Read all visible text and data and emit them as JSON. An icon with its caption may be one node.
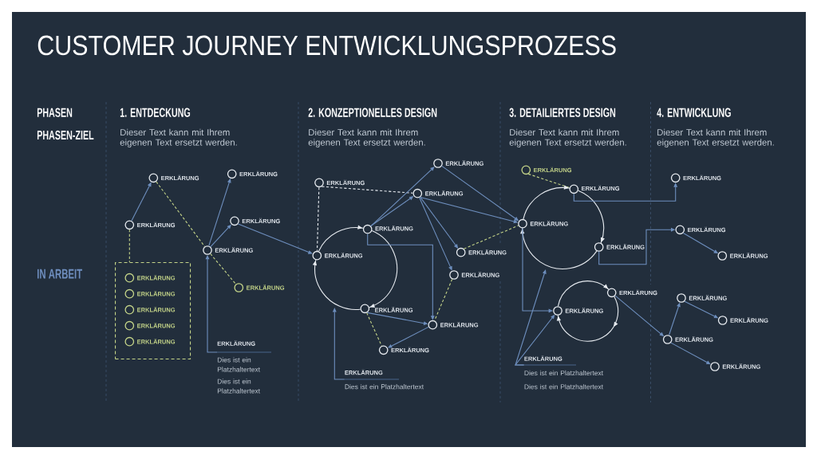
{
  "diagram": {
    "title": "CUSTOMER JOURNEY ENTWICKLUNGSPROZESS",
    "nodes": [
      {
        "text": [
          "ERKLÄRUNG"
        ]
      },
      {
        "text": [
          "ERKLÄRUNG"
        ]
      },
      {
        "text": [
          "ERKLÄRUNG"
        ]
      },
      {
        "text": [
          "ERKLÄRUNG"
        ]
      },
      {
        "text": [
          "ERKLÄRUNG"
        ]
      },
      {
        "text": [],
        "shape": "box"
      },
      {
        "text": [
          "ERKLÄRUNG"
        ],
        "in": 5
      },
      {
        "text": [
          "ERKLÄRUNG"
        ],
        "in": 5
      },
      {
        "text": [
          "ERKLÄRUNG"
        ],
        "in": 5
      },
      {
        "text": [
          "ERKLÄRUNG"
        ],
        "in": 5
      },
      {
        "text": [
          "ERKLÄRUNG"
        ],
        "in": 5
      },
      {
        "text": [
          "ERKLÄRUNG"
        ]
      },
      {
        "text": [
          "ERKLÄRUNG",
          "Dies ist ein Platzhaltertext",
          "Dies ist ein Platzhaltertext"
        ]
      },
      {
        "text": [
          "ERKLÄRUNG"
        ]
      },
      {
        "text": [
          "ERKLÄRUNG"
        ]
      },
      {
        "text": [
          "ERKLÄRUNG"
        ]
      },
      {
        "text": [
          "ERKLÄRUNG"
        ]
      },
      {
        "text": [
          "ERKLÄRUNG"
        ]
      },
      {
        "text": [
          "ERKLÄRUNG"
        ]
      },
      {
        "text": [
          "ERKLÄRUNG"
        ]
      },
      {
        "text": [
          "ERKLÄRUNG"
        ]
      },
      {
        "text": [
          "ERKLÄRUNG"
        ]
      },
      {
        "text": [
          "ERKLÄRUNG"
        ]
      },
      {
        "text": [
          "ERKLÄRUNG",
          "Dies ist ein Platzhaltertext"
        ]
      },
      {
        "text": [
          "ERKLÄRUNG"
        ]
      },
      {
        "text": [
          "ERKLÄRUNG"
        ]
      },
      {
        "text": [
          "ERKLÄRUNG"
        ]
      },
      {
        "text": [
          "ERKLÄRUNG"
        ]
      },
      {
        "text": [
          "ERKLÄRUNG"
        ]
      },
      {
        "text": [
          "ERKLÄRUNG"
        ]
      },
      {
        "text": [
          "ERKLÄRUNG",
          "Dies ist ein Platzhaltertext",
          "Dies ist ein Platzhaltertext"
        ]
      },
      {
        "text": [
          "ERKLÄRUNG"
        ]
      },
      {
        "text": [
          "ERKLÄRUNG"
        ]
      },
      {
        "text": [
          "ERKLÄRUNG"
        ]
      },
      {
        "text": [
          "ERKLÄRUNG"
        ]
      },
      {
        "text": [
          "ERKLÄRUNG"
        ]
      },
      {
        "text": [
          "ERKLÄRUNG"
        ]
      },
      {
        "text": [
          "ERKLÄRUNG"
        ]
      }
    ],
    "edges": [
      {
        "from": 3,
        "to": 0,
        "arrow": "to"
      },
      {
        "from": 4,
        "to": 1,
        "arrow": "to"
      },
      {
        "from": 4,
        "to": 2,
        "arrow": "to"
      },
      {
        "from": 0,
        "to": 4,
        "arrow": "none",
        "style": "dashed",
        "color": "#c5d589"
      },
      {
        "from": 4,
        "to": 11,
        "arrow": "none",
        "style": "dashed",
        "color": "#c5d589"
      },
      {
        "from": 3,
        "to": 5,
        "arrow": "none",
        "style": "dashed",
        "color": "#c5d589"
      },
      {
        "from": 12,
        "to": 4,
        "arrow": "to"
      },
      {
        "from": 2,
        "to": 18,
        "arrow": "to"
      },
      {
        "from": 14,
        "to": 15,
        "arrow": "none",
        "style": "dashed",
        "color": "#e8ecf1"
      },
      {
        "from": 14,
        "to": 18,
        "arrow": "none",
        "style": "dashed",
        "color": "#e8ecf1"
      },
      {
        "from": 16,
        "to": 13,
        "arrow": "to"
      },
      {
        "from": 16,
        "to": 15,
        "arrow": "to"
      },
      {
        "from": 15,
        "to": 17,
        "arrow": "to"
      },
      {
        "from": 15,
        "to": 19,
        "arrow": "to"
      },
      {
        "from": 18,
        "to": 16,
        "arrow": "to",
        "color": "#e8ecf1"
      },
      {
        "from": 16,
        "to": 20,
        "arrow": "to",
        "color": "#e8ecf1"
      },
      {
        "from": 20,
        "to": 18,
        "arrow": "to",
        "color": "#e8ecf1"
      },
      {
        "from": 16,
        "to": 21,
        "arrow": "to"
      },
      {
        "from": 20,
        "to": 21,
        "arrow": "to"
      },
      {
        "from": 21,
        "to": 22,
        "arrow": "to"
      },
      {
        "from": 20,
        "to": 22,
        "arrow": "none",
        "style": "dashed",
        "color": "#c5d589"
      },
      {
        "from": 19,
        "to": 21,
        "arrow": "none",
        "style": "dashed",
        "color": "#c5d589"
      },
      {
        "from": 23,
        "to": null,
        "arrow": "to"
      },
      {
        "from": 13,
        "to": 26,
        "arrow": "to"
      },
      {
        "from": 15,
        "to": 26,
        "arrow": "to"
      },
      {
        "from": 17,
        "to": 26,
        "arrow": "none",
        "style": "dashed",
        "color": "#c5d589"
      },
      {
        "from": 24,
        "to": 25,
        "arrow": "none",
        "style": "dashed",
        "color": "#c5d589"
      },
      {
        "from": 26,
        "to": 25,
        "arrow": "to",
        "color": "#e8ecf1"
      },
      {
        "from": 25,
        "to": 27,
        "arrow": "to",
        "color": "#e8ecf1"
      },
      {
        "from": 27,
        "to": 26,
        "arrow": "to",
        "color": "#e8ecf1"
      },
      {
        "from": 26,
        "to": 29,
        "arrow": "to"
      },
      {
        "from": 29,
        "to": 28,
        "arrow": "to",
        "color": "#e8ecf1"
      },
      {
        "from": 28,
        "to": 29,
        "arrow": "to",
        "color": "#e8ecf1"
      },
      {
        "from": 30,
        "to": null,
        "arrow": "to"
      },
      {
        "from": 30,
        "to": 29,
        "arrow": "to"
      },
      {
        "from": 25,
        "to": 31,
        "arrow": "to"
      },
      {
        "from": 27,
        "to": 32,
        "arrow": "to"
      },
      {
        "from": 28,
        "to": 36,
        "arrow": "to"
      },
      {
        "from": 32,
        "to": 33,
        "arrow": "to"
      },
      {
        "from": 36,
        "to": 34,
        "arrow": "to"
      },
      {
        "from": 34,
        "to": 35,
        "arrow": "to"
      },
      {
        "from": 36,
        "to": 37,
        "arrow": "to"
      }
    ],
    "labels": [
      "PHASEN",
      "1. ENTDECKUNG",
      "2. KONZEPTIONELLES DESIGN",
      "3. DETAILIERTES DESIGN",
      "4. ENTWICKLUNG",
      "PHASEN-ZIEL",
      "Dieser Text kann mit Ihrem eigenen Text ersetzt werden.",
      "Dieser Text kann mit Ihrem eigenen Text ersetzt werden.",
      "Dieser Text kann mit Ihrem eigenen Text ersetzt werden.",
      "Dieser Text kann mit Ihrem eigenen Text ersetzt werden.",
      "IN ARBEIT"
    ]
  }
}
